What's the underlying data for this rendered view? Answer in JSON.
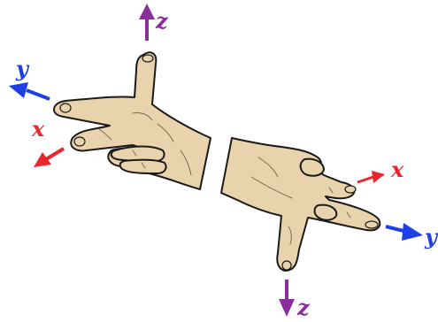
{
  "colors": {
    "x_axis": "#e8262b",
    "y_axis": "#1f3fe6",
    "z_axis": "#8a2e9e",
    "skin": "#e9d3ac",
    "outline": "#1a1a1a",
    "background": "#ffffff"
  },
  "left_hand": {
    "x_label": "x",
    "y_label": "y",
    "z_label": "z"
  },
  "right_hand": {
    "x_label": "x",
    "y_label": "y",
    "z_label": "z"
  }
}
